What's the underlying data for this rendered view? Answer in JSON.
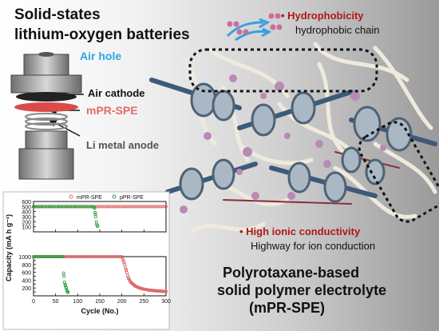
{
  "titles": {
    "line1": "Solid-states",
    "line2": "lithium-oxygen batteries"
  },
  "cell_labels": {
    "air_hole": "Air hole",
    "air_cathode": "Air cathode",
    "mpr_spe": "mPR-SPE",
    "li_anode": "Li metal anode"
  },
  "features": {
    "hydro_bullet": "• Hydrophobicity",
    "hydro_desc": "hydrophobic chain",
    "ionic_bullet": "• High ionic conductivity",
    "ionic_desc": "Highway for ion conduction"
  },
  "electrolyte": {
    "line1": "Polyrotaxane-based",
    "line2": "solid polymer electrolyte",
    "line3": "(mPR-SPE)"
  },
  "colors": {
    "mpr": "#e26a6a",
    "ppr": "#2e9a3e",
    "highlight": "#b01818",
    "airhole": "#2aa6e8"
  },
  "chart_data": {
    "type": "scatter",
    "xlabel": "Cycle (No.)",
    "ylabel": "Capacity (mA h g⁻¹)",
    "xlim": [
      0,
      300
    ],
    "xticks": [
      "0",
      "50",
      "100",
      "150",
      "200",
      "250",
      "300"
    ],
    "legend": [
      "mPR-SPE",
      "pPR-SPE"
    ],
    "panels": [
      {
        "ylim": [
          0,
          600
        ],
        "yticks": [
          "100",
          "200",
          "300",
          "400",
          "500",
          "600"
        ],
        "series": [
          {
            "name": "mPR-SPE",
            "color": "#e26a6a",
            "x": [
              0,
              300
            ],
            "y": [
              500,
              500
            ]
          },
          {
            "name": "pPR-SPE",
            "color": "#2e9a3e",
            "points": [
              [
                0,
                500
              ],
              [
                136,
                500
              ],
              [
                138,
                470
              ],
              [
                140,
                350
              ],
              [
                141,
                300
              ],
              [
                142,
                200
              ],
              [
                143,
                150
              ],
              [
                145,
                110
              ]
            ]
          }
        ]
      },
      {
        "ylim": [
          0,
          1000
        ],
        "yticks": [
          "100",
          "200",
          "300",
          "400",
          "500",
          "600",
          "700",
          "800",
          "900",
          "1000"
        ],
        "series": [
          {
            "name": "mPR-SPE",
            "color": "#e26a6a",
            "points": [
              [
                0,
                1000
              ],
              [
                200,
                1000
              ],
              [
                205,
                850
              ],
              [
                210,
                650
              ],
              [
                215,
                450
              ],
              [
                220,
                350
              ],
              [
                225,
                300
              ],
              [
                230,
                250
              ],
              [
                240,
                200
              ],
              [
                250,
                170
              ],
              [
                260,
                150
              ],
              [
                275,
                130
              ],
              [
                300,
                110
              ]
            ]
          },
          {
            "name": "pPR-SPE",
            "color": "#2e9a3e",
            "points": [
              [
                0,
                1000
              ],
              [
                67,
                1000
              ],
              [
                68,
                580
              ],
              [
                69,
                500
              ],
              [
                70,
                350
              ],
              [
                72,
                270
              ],
              [
                74,
                200
              ],
              [
                76,
                120
              ],
              [
                78,
                90
              ]
            ]
          }
        ]
      }
    ]
  }
}
